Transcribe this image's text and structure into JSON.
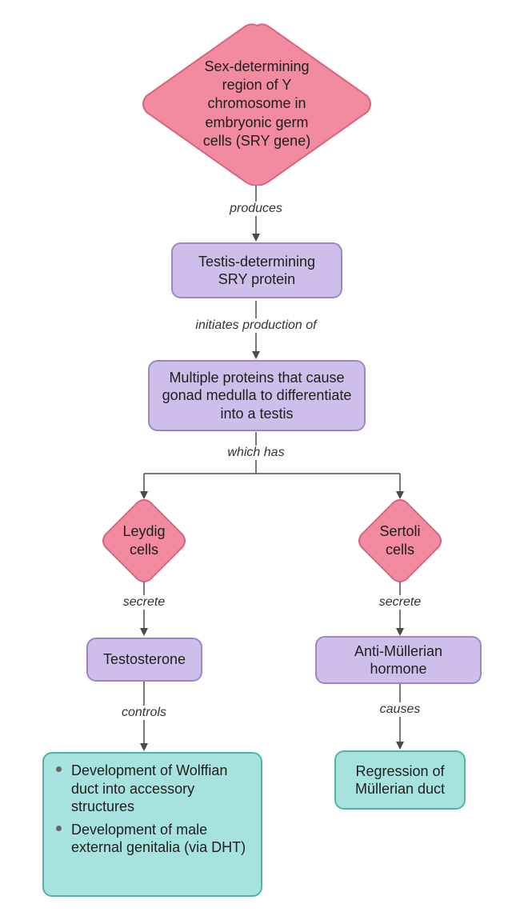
{
  "nodes": {
    "sry_region": "Sex-determining region of Y chromosome in embryonic germ cells (SRY gene)",
    "sry_protein": "Testis-determining SRY protein",
    "multiple_proteins": "Multiple proteins that cause gonad medulla to differentiate into a testis",
    "leydig": "Leydig cells",
    "sertoli": "Sertoli cells",
    "testosterone": "Testosterone",
    "amh": "Anti-Müllerian hormone",
    "wolffian_items": [
      "Development of Wolffian duct into accessory structures",
      "Development of male external genitalia (via DHT)"
    ],
    "regression": "Regression of Müllerian duct"
  },
  "labels": {
    "produces": "produces",
    "initiates": "initiates production of",
    "which_has": "which has",
    "secrete_left": "secrete",
    "secrete_right": "secrete",
    "controls": "controls",
    "causes": "causes"
  },
  "colors": {
    "diamond_fill": "#f28aa0",
    "diamond_stroke": "#d9647d",
    "purple_fill": "#cdbfe9",
    "purple_stroke": "#9c86c6",
    "teal_fill": "#a7e3de",
    "teal_stroke": "#4fb3aa",
    "line": "#4a4a4a"
  }
}
